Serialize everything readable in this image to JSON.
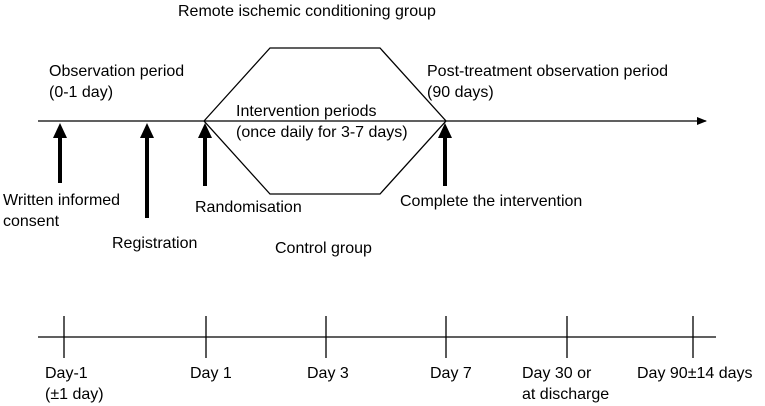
{
  "groups": {
    "top": "Remote ischemic conditioning group",
    "bottom": "Control group"
  },
  "periods": {
    "observation": [
      "Observation period",
      "(0-1 day)"
    ],
    "intervention": [
      "Intervention periods",
      "(once daily for 3-7 days)"
    ],
    "post_treatment": [
      "Post-treatment observation period",
      "(90 days)"
    ]
  },
  "events": {
    "consent": [
      "Written informed",
      "consent"
    ],
    "registration": "Registration",
    "randomisation": "Randomisation",
    "complete": "Complete the intervention"
  },
  "days": [
    {
      "line1": "Day-1",
      "line2": "(±1 day)"
    },
    {
      "line1": "Day 1",
      "line2": ""
    },
    {
      "line1": "Day 3",
      "line2": ""
    },
    {
      "line1": "Day 7",
      "line2": ""
    },
    {
      "line1": "Day 30 or",
      "line2": "at discharge"
    },
    {
      "line1": "Day 90±14 days",
      "line2": ""
    }
  ]
}
